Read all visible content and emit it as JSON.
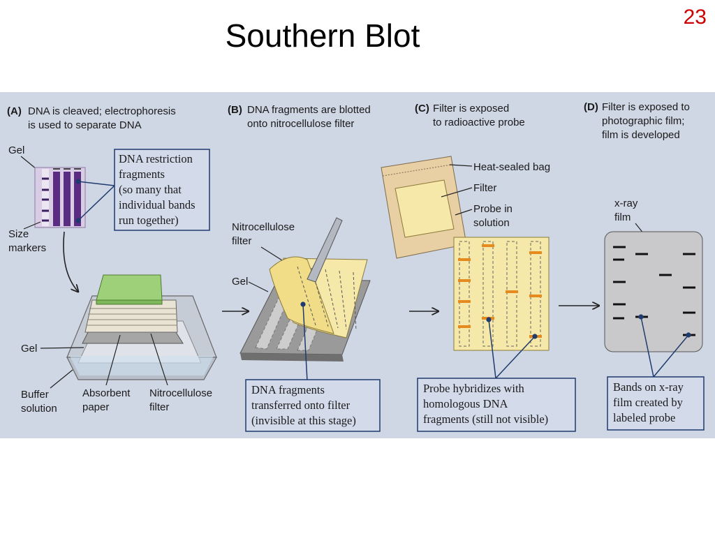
{
  "slide": {
    "title": "Southern Blot",
    "number": "23"
  },
  "panels": {
    "a": {
      "letter": "(A)",
      "heading": [
        "DNA is cleaved; electrophoresis",
        "is used to separate DNA"
      ],
      "gel_label": "Gel",
      "size_markers_label": [
        "Size",
        "markers"
      ],
      "callout": [
        "DNA restriction",
        "fragments",
        "(so many that",
        "individual bands",
        "run together)"
      ],
      "gel_label_2": "Gel",
      "buffer_label": [
        "Buffer",
        "solution"
      ],
      "absorbent_label": [
        "Absorbent",
        "paper"
      ],
      "nitro_label": [
        "Nitrocellulose",
        "filter"
      ]
    },
    "b": {
      "letter": "(B)",
      "heading": [
        "DNA fragments are blotted",
        "onto nitrocellulose filter"
      ],
      "nitro_label": [
        "Nitrocellulose",
        "filter"
      ],
      "gel_label": "Gel",
      "callout": [
        "DNA fragments",
        "transferred onto filter",
        "(invisible at this stage)"
      ]
    },
    "c": {
      "letter": "(C)",
      "heading": [
        "Filter is exposed",
        "to radioactive probe"
      ],
      "bag_label": "Heat-sealed bag",
      "filter_label": "Filter",
      "probe_label": [
        "Probe in",
        "solution"
      ],
      "callout": [
        "Probe hybridizes with",
        "homologous DNA",
        "fragments (still not visible)"
      ]
    },
    "d": {
      "letter": "(D)",
      "heading": [
        "Filter is exposed to",
        "photographic film;",
        "film is developed"
      ],
      "film_label": [
        "x-ray",
        "film"
      ],
      "callout": [
        "Bands on x-ray",
        "film created by",
        "labeled probe"
      ]
    }
  },
  "colors": {
    "background": "#cfd6e4",
    "callout_fill": "#d3dbeb",
    "gel_purple": "#5a2d82",
    "filter_yellow": "#f6e8a8",
    "probe_orange": "#e58a1f",
    "film_grey": "#c9c9cb",
    "slide_number": "#cc0000"
  }
}
